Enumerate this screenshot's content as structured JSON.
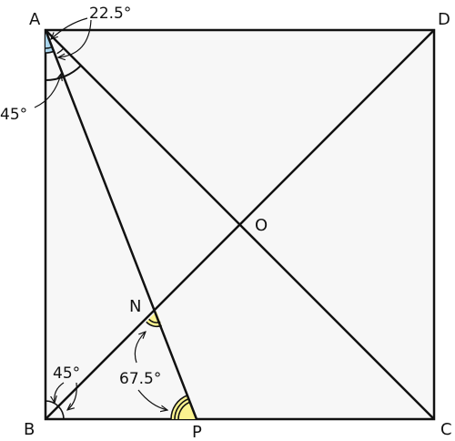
{
  "points": {
    "A": "A",
    "B": "B",
    "C": "C",
    "D": "D",
    "O": "O",
    "N": "N",
    "P": "P"
  },
  "angles": {
    "a_small": "22.5°",
    "a_large": "45°",
    "b": "45°",
    "p": "67.5°"
  },
  "colors": {
    "square_fill": "#f7f7f7",
    "stroke": "#111111",
    "angle_blue": "#a9d4ec",
    "angle_yellow": "#fbf38f"
  }
}
